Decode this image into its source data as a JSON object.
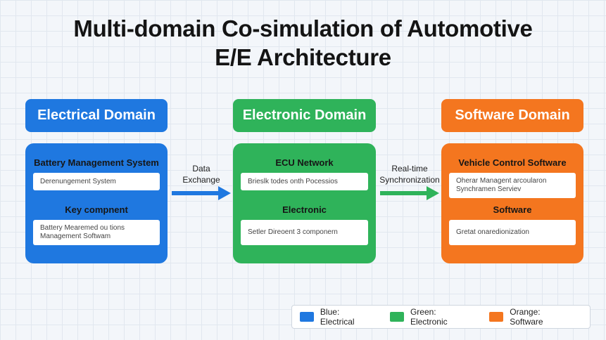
{
  "title": {
    "line1": "Multi-domain Co-simulation of Automotive",
    "line2": "E/E Architecture"
  },
  "colors": {
    "electrical": "#1f78e0",
    "electronic": "#2fb35a",
    "software": "#f4761f"
  },
  "domains": [
    {
      "header": "Electrical Domain",
      "section1_heading": "Battery Management System",
      "section1_box": [
        "Derenungement System"
      ],
      "section2_heading": "Key compnent",
      "section2_box": [
        "Battery Mearemed ou tions",
        "Management Softwam"
      ]
    },
    {
      "header": "Electronic Domain",
      "section1_heading": "ECU Network",
      "section1_box": [
        "Brieslk todes onth Pocessios"
      ],
      "section2_heading": "Electronic",
      "section2_box": [
        "Setler Direoent 3 componern"
      ]
    },
    {
      "header": "Software Domain",
      "section1_heading": "Vehicle Control Software",
      "section1_box": [
        "Oherar Managent arcoularon",
        "Synchramen Serviev"
      ],
      "section2_heading": "Software",
      "section2_box": [
        "Gretat onaredionization"
      ]
    }
  ],
  "connectors": [
    {
      "label_line1": "Data",
      "label_line2": "Exchange",
      "color": "#1f78e0"
    },
    {
      "label_line1": "Real-time",
      "label_line2": "Synchronization",
      "color": "#2fb35a"
    }
  ],
  "legend": [
    {
      "label": "Blue: Electrical",
      "color": "#1f78e0"
    },
    {
      "label": "Green: Electronic",
      "color": "#2fb35a"
    },
    {
      "label": "Orange: Software",
      "color": "#f4761f"
    }
  ]
}
